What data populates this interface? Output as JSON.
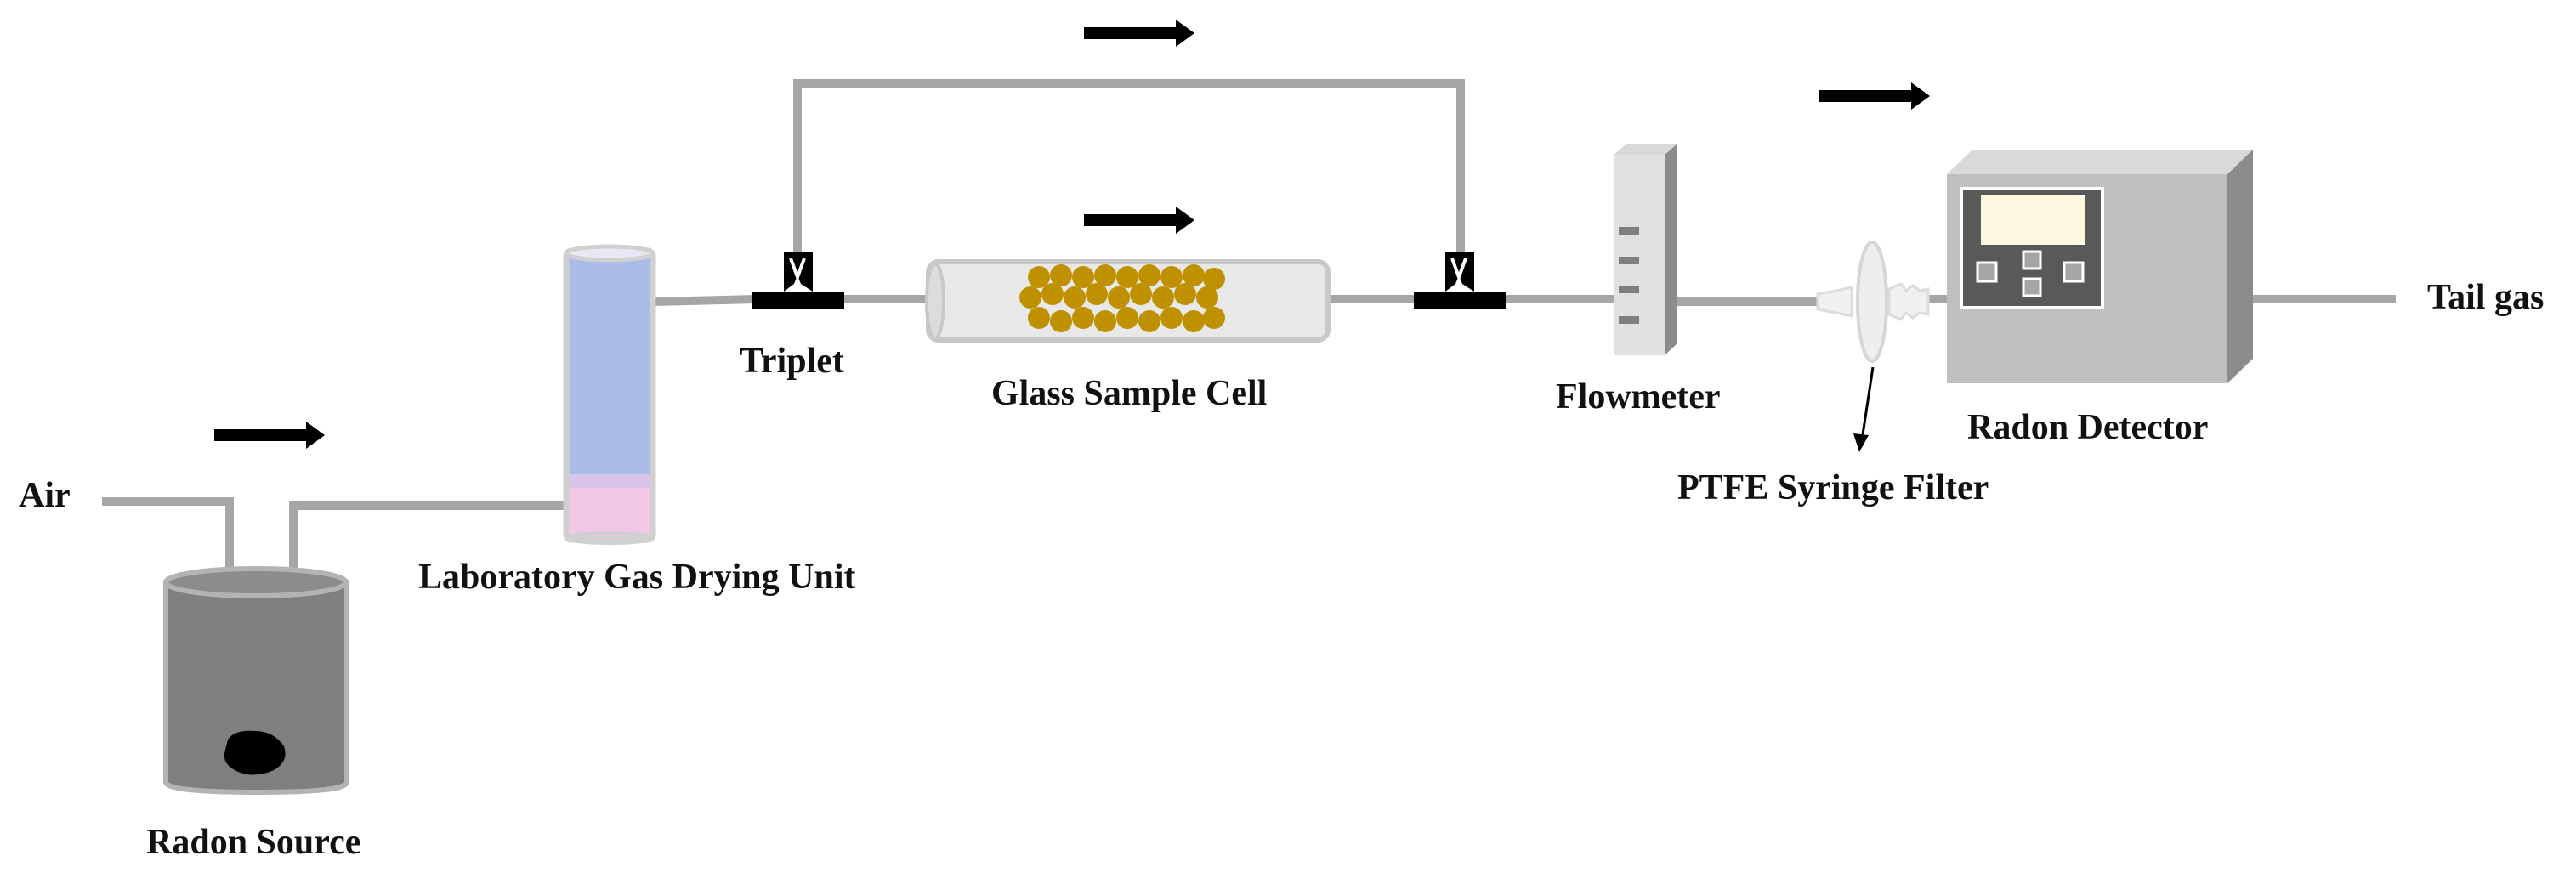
{
  "labels": {
    "air": "Air",
    "radon_source": "Radon Source",
    "drying_unit": "Laboratory Gas Drying Unit",
    "triplet": "Triplet",
    "glass_cell": "Glass Sample Cell",
    "flowmeter": "Flowmeter",
    "ptfe_filter": "PTFE Syringe Filter",
    "radon_detector": "Radon Detector",
    "tail_gas": "Tail gas"
  },
  "colors": {
    "pipe": "#a6a6a6",
    "arrow": "#000000",
    "barrel": "#7f7f7f",
    "desiccant_blue": "#a9bde6",
    "desiccant_pink": "#f0c8e6",
    "sample_beads": "#bf9000",
    "detector_body": "#bfbfbf",
    "detector_screen": "#fff8e0"
  },
  "icons": [
    "flow-arrow-icon",
    "triplet-connector-icon",
    "radon-rock-icon"
  ]
}
